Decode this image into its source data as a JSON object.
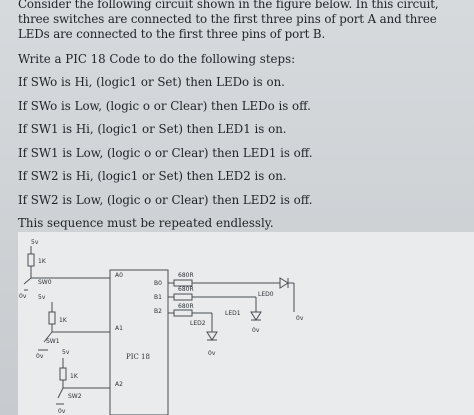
{
  "intro": "Consider the following circuit shown in the figure below. In this circuit, three switches are connected to the first three pins of port A and three LEDs are connected to the first three pins of port B.",
  "task": "Write a PIC 18 Code to do the following steps:",
  "steps": [
    "If SWo is Hi, (logic1 or Set) then LEDo is on.",
    "If SWo is Low, (logic o or Clear) then LEDo is off.",
    "If SW1 is Hi, (logic1 or Set) then LED1 is on.",
    "If SW1 is Low, (logic o or Clear) then LED1 is off.",
    "If SW2 is Hi, (logic1 or Set) then LED2 is on.",
    "If SW2 is Low, (logic o or Clear) then LED2 is off."
  ],
  "repeat": "This sequence must be repeated endlessly.",
  "circuit": {
    "chip_label": "PIC 18",
    "port_a": [
      "A0",
      "A1",
      "A2"
    ],
    "port_b": [
      "B0",
      "B1",
      "B2"
    ],
    "resistors": [
      "680R",
      "680R",
      "680R"
    ],
    "leds": [
      "LED0",
      "LED1",
      "LED2"
    ],
    "switches": [
      "SW0",
      "SW1",
      "SW2"
    ],
    "pullups": [
      "1K",
      "1K",
      "1K"
    ],
    "supply": "5v",
    "ground": "0v"
  }
}
